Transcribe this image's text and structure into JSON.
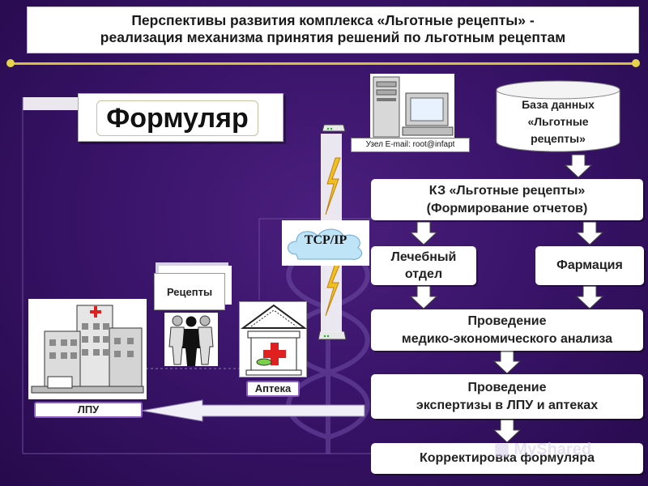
{
  "title": {
    "line1": "Перспективы развития комплекса «Льготные рецепты» -",
    "line2": "реализация механизма  принятия решений по льготным рецептам"
  },
  "formulary": "Формуляр",
  "node_label": "Узел E-mail: root@infapt",
  "database": {
    "line1": "База данных",
    "line2": "«Льготные",
    "line3": "рецепты»"
  },
  "kz_box": {
    "line1": "КЗ «Льготные рецепты»",
    "line2": "(Формирование отчетов)"
  },
  "tcpip": "TCP/IP",
  "medical_dept": {
    "line1": "Лечебный",
    "line2": "отдел"
  },
  "pharmacy": "Фармация",
  "analysis": {
    "line1": "Проведение",
    "line2": "медико-экономического анализа"
  },
  "expertise": {
    "line1": "Проведение",
    "line2": "экспертизы в ЛПУ и аптеках"
  },
  "correction": "Корректировка формуляра",
  "recipes": "Рецепты",
  "apteka": "Аптека",
  "lpu": "ЛПУ",
  "watermark": "MyShared",
  "colors": {
    "background": "#3a146a",
    "divider": "#d8c23a",
    "cross": "#e02020",
    "lightning": "#f0c020"
  }
}
